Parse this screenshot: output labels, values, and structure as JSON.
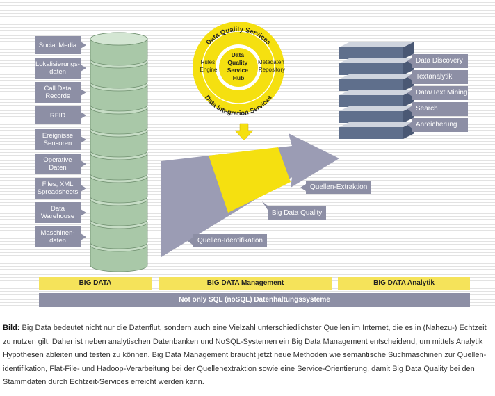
{
  "sources": [
    "Social Media",
    "Lokalisierungs-daten",
    "Call Data Records",
    "RFID",
    "Ereignisse Sensoren",
    "Operative Daten",
    "Files, XML Spreadsheets",
    "Data Warehouse",
    "Maschinen-daten"
  ],
  "hub": {
    "top_arc": "Data Quality Services",
    "bottom_arc": "Data Integration Services",
    "left": [
      "Rules",
      "Engine"
    ],
    "right": [
      "Metadaten",
      "Repository"
    ],
    "center": [
      "Data",
      "Quality",
      "Service",
      "Hub"
    ]
  },
  "outputs": [
    "Data Discovery",
    "Textanalytik",
    "Data/Text Mining",
    "Search",
    "Anreicherung"
  ],
  "arrow_labels": {
    "quellen_extraktion": "Quellen-Extraktion",
    "big_data_quality": "Big Data Quality",
    "quellen_identifikation": "Quellen-Identifikation"
  },
  "bands": {
    "big_data": "BIG DATA",
    "management": "BIG DATA Management",
    "analytik": "BIG DATA Analytik",
    "nosql": "Not only SQL (noSQL) Datenhaltungssysteme"
  },
  "caption": {
    "lead": "Bild:",
    "text": "Big Data bedeutet nicht nur die Datenflut, sondern auch eine Vielzahl unterschiedlichster Quellen im Internet, die es in (Nahezu-) Echtzeit zu nutzen gilt. Daher ist neben analytischen Datenbanken und NoSQL-Systemen ein Big Data Management entscheidend, um mittels Analytik Hypothesen ableiten und testen zu können. Big Data Management braucht jetzt neue Methoden wie semantische Suchmaschinen zur Quellen-identifikation, Flat-File- und Hadoop-Verarbeitung bei der Quellenextraktion sowie eine Service-Orientierung, damit Big Data Quality bei den Stammdaten durch Echtzeit-Services erreicht werden kann."
  },
  "colors": {
    "label_gray": "#8d8fa5",
    "yellow": "#f5e010",
    "band_yellow": "#f5e35a",
    "cylinder_green": "#a9c8a8",
    "server_blue": "#5f6f8c"
  }
}
